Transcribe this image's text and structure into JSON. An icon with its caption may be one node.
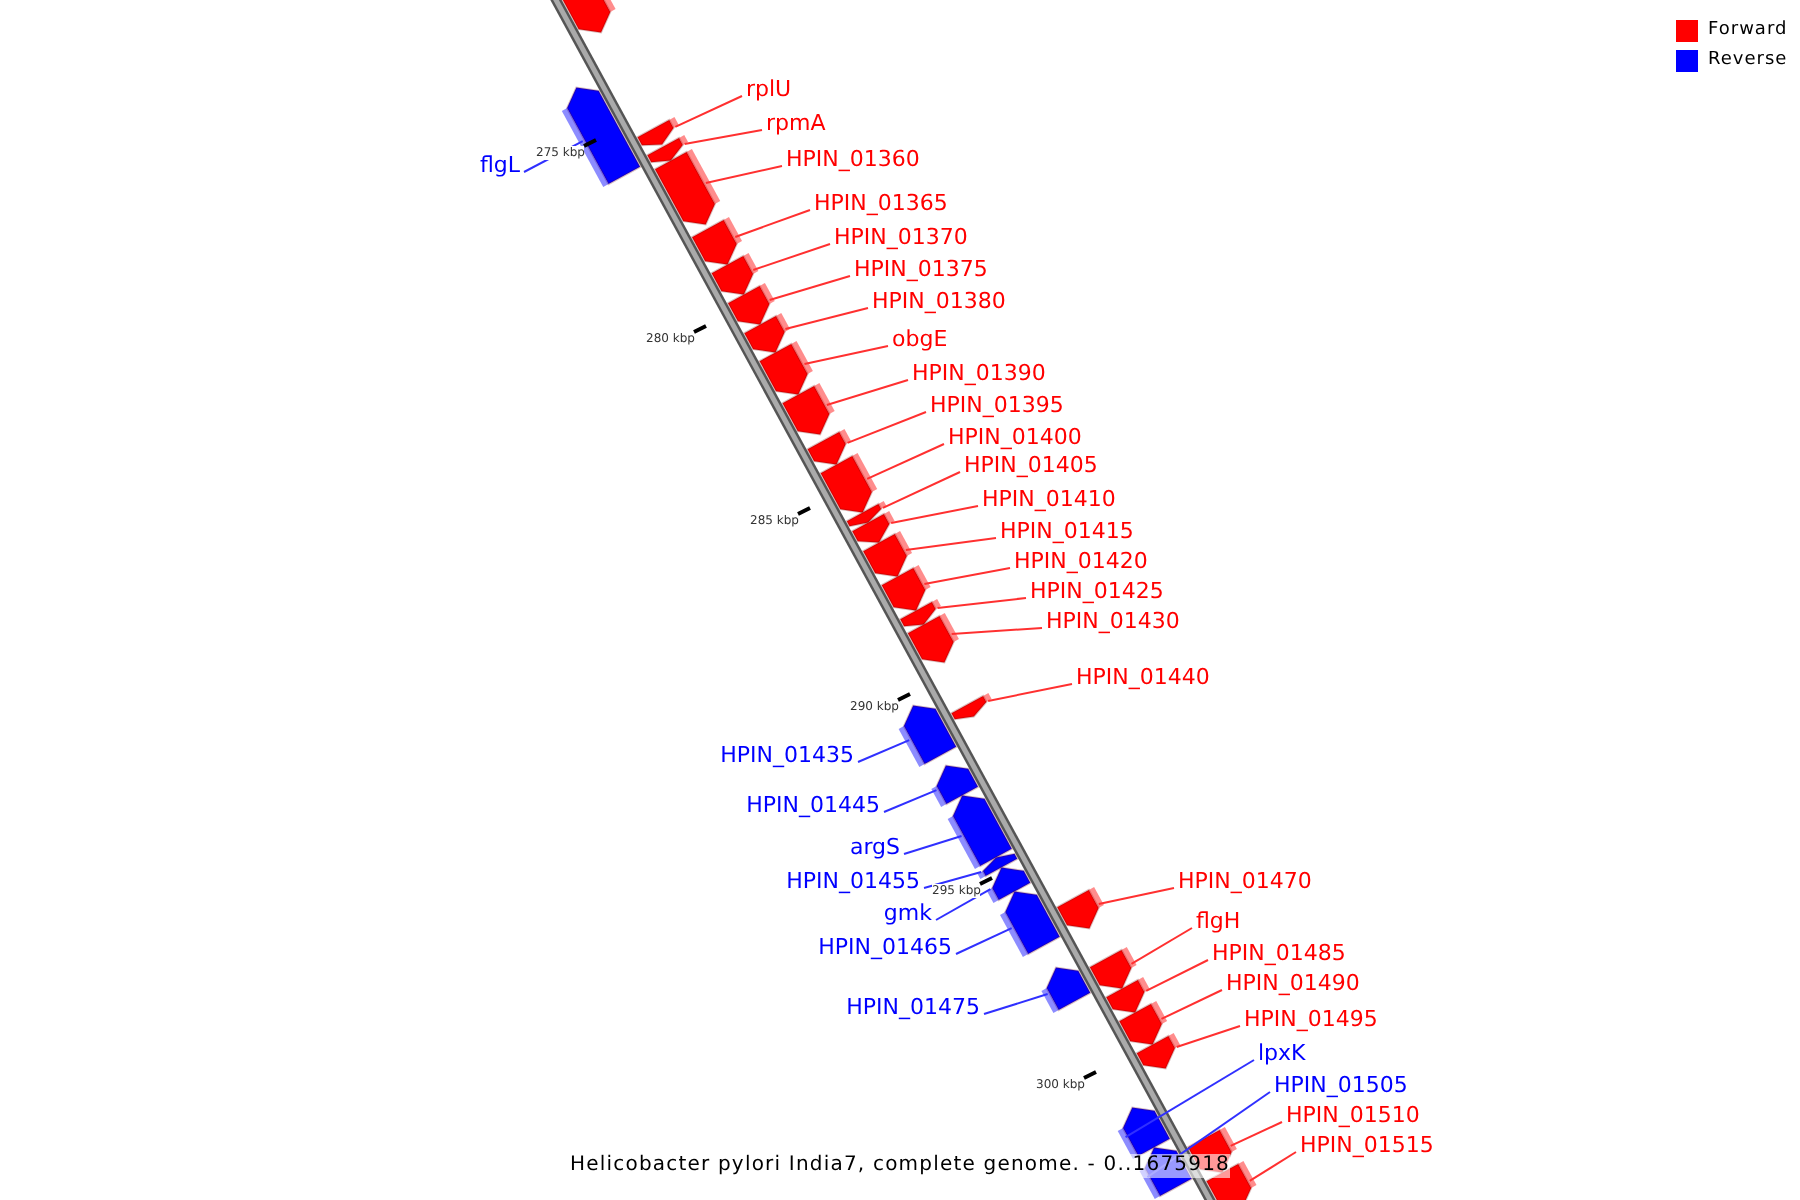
{
  "diagram": {
    "caption": "Helicobacter pylori India7, complete genome. - 0..1675918",
    "nodes": [
      {
        "text": [],
        "shape": "bar"
      },
      {
        "text": [],
        "shape": "bar"
      },
      {
        "text": [],
        "shape": "bar"
      },
      {
        "text": [],
        "shape": "bar"
      },
      {
        "text": [],
        "shape": "bar"
      },
      {
        "text": [],
        "shape": "bar"
      },
      {
        "text": [],
        "shape": "bar"
      },
      {
        "text": [],
        "shape": "bar"
      },
      {
        "text": [],
        "shape": "bar"
      },
      {
        "text": [],
        "shape": "bar"
      },
      {
        "text": [],
        "shape": "bar"
      },
      {
        "text": [],
        "shape": "bar"
      },
      {
        "text": [],
        "shape": "bar"
      },
      {
        "text": [],
        "shape": "bar"
      },
      {
        "text": [],
        "shape": "bar"
      },
      {
        "text": [],
        "shape": "bar"
      },
      {
        "text": [],
        "shape": "bar"
      },
      {
        "text": [],
        "shape": "bar"
      },
      {
        "text": [],
        "shape": "bar"
      },
      {
        "text": [],
        "shape": "bar"
      },
      {
        "text": [],
        "shape": "bar"
      },
      {
        "text": [],
        "shape": "bar"
      },
      {
        "text": [],
        "shape": "bar"
      },
      {
        "text": [],
        "shape": "bar"
      },
      {
        "text": [],
        "shape": "bar"
      },
      {
        "text": [],
        "shape": "bar"
      },
      {
        "text": [],
        "shape": "bar"
      },
      {
        "text": [],
        "shape": "bar"
      },
      {
        "text": [],
        "shape": "bar"
      },
      {
        "text": [],
        "shape": "bar"
      },
      {
        "text": [],
        "shape": "bar"
      },
      {
        "text": [],
        "shape": "bar"
      },
      {
        "text": [],
        "shape": "bar"
      },
      {
        "text": [],
        "shape": "bar"
      },
      {
        "text": [],
        "shape": "bar"
      },
      {
        "text": [],
        "shape": "bar"
      },
      {
        "text": [
          "flgL"
        ]
      },
      {
        "text": [
          "rplU"
        ]
      },
      {
        "text": [
          "rpmA"
        ]
      },
      {
        "text": [
          "HPIN_01360"
        ]
      },
      {
        "text": [
          "HPIN_01365"
        ]
      },
      {
        "text": [
          "HPIN_01370"
        ]
      },
      {
        "text": [
          "HPIN_01375"
        ]
      },
      {
        "text": [
          "HPIN_01380"
        ]
      },
      {
        "text": [
          "obgE"
        ]
      },
      {
        "text": [
          "HPIN_01390"
        ]
      },
      {
        "text": [
          "HPIN_01395"
        ]
      },
      {
        "text": [
          "HPIN_01400"
        ]
      },
      {
        "text": [
          "HPIN_01405"
        ]
      },
      {
        "text": [
          "HPIN_01410"
        ]
      },
      {
        "text": [
          "HPIN_01415"
        ]
      },
      {
        "text": [
          "HPIN_01420"
        ]
      },
      {
        "text": [
          "HPIN_01425"
        ]
      },
      {
        "text": [
          "HPIN_01430"
        ]
      },
      {
        "text": [
          "HPIN_01435"
        ]
      },
      {
        "text": [
          "HPIN_01440"
        ]
      },
      {
        "text": [
          "HPIN_01445"
        ]
      },
      {
        "text": [
          "argS"
        ]
      },
      {
        "text": [
          "HPIN_01455"
        ]
      },
      {
        "text": [
          "gmk"
        ]
      },
      {
        "text": [
          "HPIN_01465"
        ]
      },
      {
        "text": [
          "HPIN_01470"
        ]
      },
      {
        "text": [
          "HPIN_01475"
        ]
      },
      {
        "text": [
          "flgH"
        ]
      },
      {
        "text": [
          "HPIN_01485"
        ]
      },
      {
        "text": [
          "HPIN_01490"
        ]
      },
      {
        "text": [
          "HPIN_01495"
        ]
      },
      {
        "text": [
          "lpxK"
        ]
      },
      {
        "text": [
          "HPIN_01505"
        ]
      },
      {
        "text": [
          "HPIN_01510"
        ]
      },
      {
        "text": [
          "HPIN_01515"
        ]
      }
    ],
    "edges": [
      {
        "from": 36,
        "to": 1,
        "arrow": "none",
        "color": "#3030ff"
      },
      {
        "from": 37,
        "to": 2,
        "arrow": "none"
      },
      {
        "from": 38,
        "to": 3,
        "arrow": "none"
      },
      {
        "from": 39,
        "to": 4,
        "arrow": "none"
      },
      {
        "from": 40,
        "to": 5,
        "arrow": "none"
      },
      {
        "from": 41,
        "to": 6,
        "arrow": "none"
      },
      {
        "from": 42,
        "to": 7,
        "arrow": "none"
      },
      {
        "from": 43,
        "to": 8,
        "arrow": "none"
      },
      {
        "from": 44,
        "to": 9,
        "arrow": "none"
      },
      {
        "from": 45,
        "to": 10,
        "arrow": "none"
      },
      {
        "from": 46,
        "to": 11,
        "arrow": "none"
      },
      {
        "from": 47,
        "to": 12,
        "arrow": "none"
      },
      {
        "from": 48,
        "to": 13,
        "arrow": "none"
      },
      {
        "from": 49,
        "to": 14,
        "arrow": "none"
      },
      {
        "from": 50,
        "to": 15,
        "arrow": "none"
      },
      {
        "from": 51,
        "to": 16,
        "arrow": "none"
      },
      {
        "from": 52,
        "to": 17,
        "arrow": "none"
      },
      {
        "from": 53,
        "to": 18,
        "arrow": "none"
      },
      {
        "from": 54,
        "to": 19,
        "arrow": "none",
        "color": "#3030ff"
      },
      {
        "from": 55,
        "to": 20,
        "arrow": "none"
      },
      {
        "from": 56,
        "to": 21,
        "arrow": "none",
        "color": "#3030ff"
      },
      {
        "from": 57,
        "to": 22,
        "arrow": "none",
        "color": "#3030ff"
      },
      {
        "from": 58,
        "to": 23,
        "arrow": "none",
        "color": "#3030ff"
      },
      {
        "from": 59,
        "to": 24,
        "arrow": "none",
        "color": "#3030ff"
      },
      {
        "from": 60,
        "to": 25,
        "arrow": "none",
        "color": "#3030ff"
      },
      {
        "from": 61,
        "to": 26,
        "arrow": "none"
      },
      {
        "from": 62,
        "to": 27,
        "arrow": "none",
        "color": "#3030ff"
      },
      {
        "from": 63,
        "to": 28,
        "arrow": "none"
      },
      {
        "from": 64,
        "to": 29,
        "arrow": "none"
      },
      {
        "from": 65,
        "to": 30,
        "arrow": "none"
      },
      {
        "from": 66,
        "to": 31,
        "arrow": "none"
      },
      {
        "from": 67,
        "to": 32,
        "arrow": "none",
        "color": "#3030ff"
      },
      {
        "from": 68,
        "to": 33,
        "arrow": "none",
        "color": "#3030ff"
      },
      {
        "from": 69,
        "to": 34,
        "arrow": "none"
      },
      {
        "from": 70,
        "to": 35,
        "arrow": "none"
      }
    ],
    "labels": [
      "275 kbp",
      "280 kbp",
      "285 kbp",
      "290 kbp",
      "295 kbp",
      "300 kbp"
    ],
    "legend": [
      {
        "text": "Forward",
        "color": "#ff0000"
      },
      {
        "text": "Reverse",
        "color": "#0000ff"
      }
    ]
  }
}
